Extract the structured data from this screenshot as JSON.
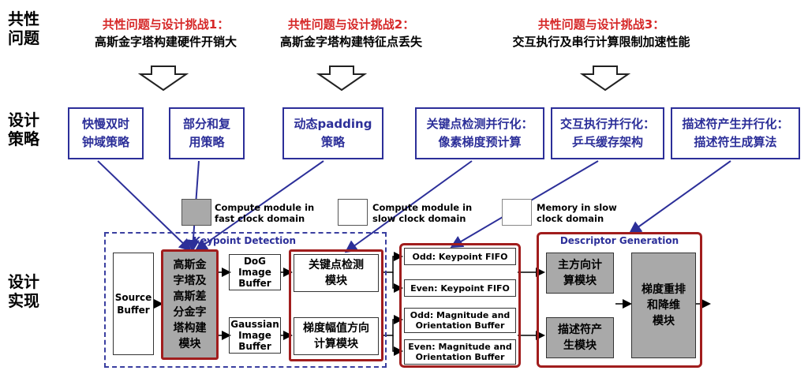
{
  "rows": {
    "issues": "共性\n问题",
    "strategy": "设计\n策略",
    "implementation": "设计\n实现"
  },
  "challenges": [
    {
      "title": "共性问题与设计挑战1：",
      "desc": "高斯金字塔构建硬件开销大"
    },
    {
      "title": "共性问题与设计挑战2：",
      "desc": "高斯金字塔构建特征点丢失"
    },
    {
      "title": "共性问题与设计挑战3：",
      "desc": "交互执行及串行计算限制加速性能"
    }
  ],
  "strategies": [
    "快慢双时\n钟域策略",
    "部分和复\n用策略",
    "动态padding\n策略",
    "关键点检测并行化：\n像素梯度预计算",
    "交互执行并行化：\n乒乓缓存架构",
    "描述符产生并行化：\n描述符生成算法"
  ],
  "legend": {
    "fast": "Compute module in\nfast clock domain",
    "slow": "Compute module in\nslow clock domain",
    "memory": "Memory in slow\nclock domain"
  },
  "arch": {
    "keypoint_title": "Keypoint Detection",
    "descriptor_title": "Descriptor Generation",
    "source_buffer": "Source\nBuffer",
    "pyramid": "高斯金\n字塔及\n高斯差\n分金字\n塔构建\n模块",
    "dog_buffer": "DoG\nImage\nBuffer",
    "gaussian_buffer": "Gaussian\nImage\nBuffer",
    "keypoint_detect": "关键点检测\n模块",
    "gradient": "梯度幅值方向\n计算模块",
    "odd_fifo": "Odd: Keypoint FIFO",
    "even_fifo": "Even: Keypoint FIFO",
    "odd_mag": "Odd: Magnitude and\nOrientation Buffer",
    "even_mag": "Even: Magnitude and\nOrientation Buffer",
    "main_orient": "主方向计\n算模块",
    "descriptor": "描述符产\n生模块",
    "rearrange": "梯度重排\n和降维\n模块"
  }
}
